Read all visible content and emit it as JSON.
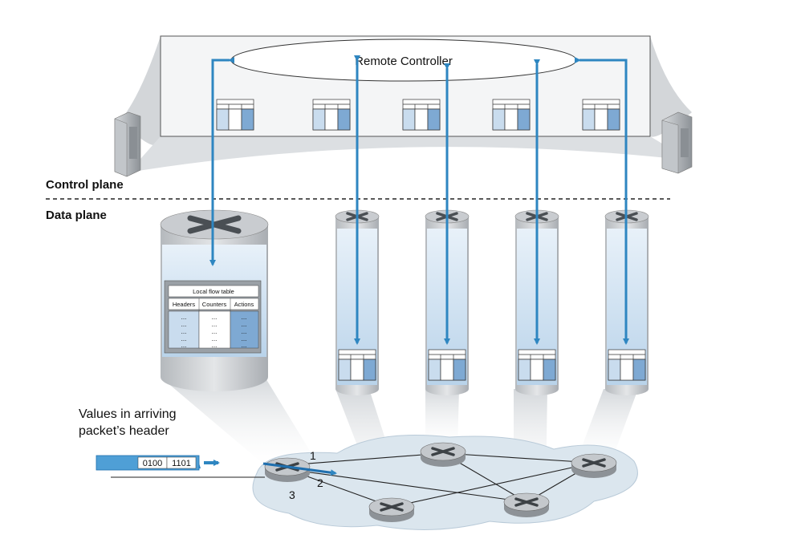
{
  "controller": {
    "label": "Remote Controller"
  },
  "planes": {
    "control": "Control plane",
    "data": "Data plane"
  },
  "flow_table": {
    "title": "Local flow table",
    "columns": [
      "Headers",
      "Counters",
      "Actions"
    ],
    "cell_mark": "..."
  },
  "packet": {
    "caption_line1": "Values in arriving",
    "caption_line2": "packet’s header",
    "field1": "0100",
    "field2": "1101"
  },
  "ports": [
    "1",
    "2",
    "3"
  ],
  "colors": {
    "arrow": "#2e86c1",
    "table_fill": "#c9dcee",
    "table_action": "#7ea9d3",
    "cloud": "#dbe6ee",
    "router": "#a8adb2"
  }
}
